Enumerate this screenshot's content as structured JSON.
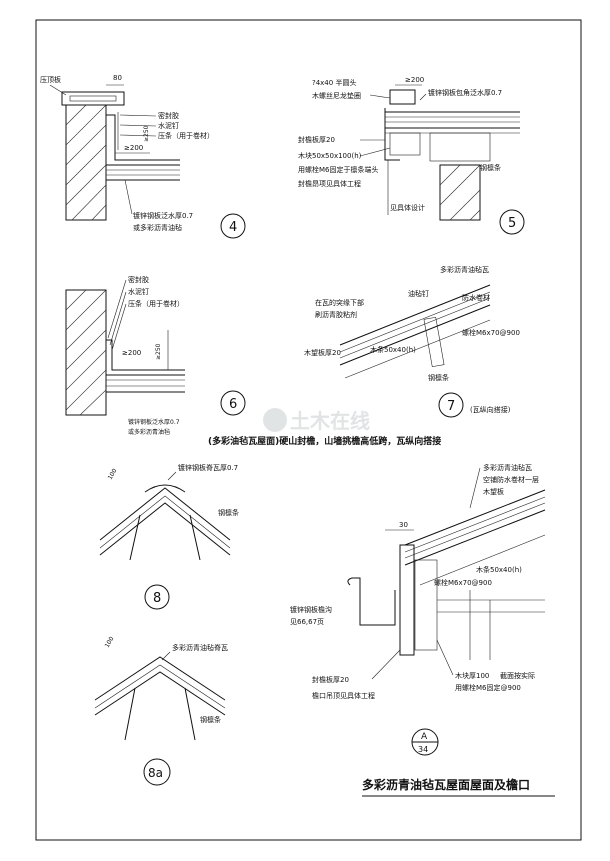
{
  "sheet_title": "多彩沥青油毡瓦屋面屋面及檐口",
  "middle_caption": "(多彩油毡瓦屋面)硬山封檐，山墙挑檐高低跨，瓦纵向搭接",
  "watermark": "土木在线",
  "detail4": {
    "number": "4",
    "labels": {
      "cap": "压顶板",
      "dim_80": "80",
      "sealant": "密封胶",
      "nail": "水泥钉",
      "strip": "压条（用于卷材）",
      "dim_250": "≥250",
      "dim_200": "≥200",
      "flashing": "镀锌钢板泛水厚0.7",
      "alt": "或多彩沥青油毡"
    }
  },
  "detail5": {
    "number": "5",
    "labels": {
      "washer": "?4x40 半圆头",
      "washer2": "木螺丝尼龙垫圈",
      "dim_200": "≥200",
      "flashing": "镀锌钢板包角泛水厚0.7",
      "board": "封檐板厚20",
      "block": "木块50x50x100(h)",
      "bolt": "用螺栓M6固定于檩条端头",
      "purlin": "钢檩条",
      "eave": "封檐昂项见具体工程",
      "design": "见具体设计"
    }
  },
  "detail6": {
    "number": "6",
    "labels": {
      "sealant": "密封胶",
      "nail": "水泥钉",
      "strip": "压条（用于卷材）",
      "dim_200": "≥200",
      "dim_250": "≥250",
      "flashing": "镀锌钢板泛水厚0.7",
      "alt": "或多彩沥青油毡"
    }
  },
  "detail7": {
    "number": "7",
    "note": "(瓦纵向搭接)",
    "labels": {
      "shingle": "多彩沥青油毡瓦",
      "felt_nail": "油毡钉",
      "waterproof": "防水卷材",
      "lap": "在瓦的突缘下部",
      "lap2": "刷沥青胶粘剂",
      "bolt": "螺栓M6x70@900",
      "board": "木望板厚20",
      "batten": "木条50x40(h)",
      "purlin": "钢檩条"
    }
  },
  "detail8": {
    "number": "8",
    "labels": {
      "dim_100": "100",
      "ridge": "镀锌钢板脊瓦厚0.7",
      "purlin": "钢檩条"
    }
  },
  "detail8a": {
    "number": "8a",
    "labels": {
      "dim_100": "100",
      "ridge": "多彩沥青油毡脊瓦",
      "purlin": "钢檩条"
    }
  },
  "detailA": {
    "number": "A",
    "sheet": "34",
    "labels": {
      "shingle": "多彩沥青油毡瓦",
      "underlay": "空铺防水卷材一层",
      "deck": "木望板",
      "dim_30": "30",
      "batten": "木条50x40(h)",
      "bolt": "螺栓M6x70@900",
      "gutter": "镀锌钢板檐沟",
      "gutter_ref": "见66,67页",
      "board": "封檐板厚20",
      "eave": "檐口吊顶见具体工程",
      "wood100": "木块厚100",
      "section": "截面按实际",
      "fix": "用螺栓M6固定@900"
    }
  }
}
